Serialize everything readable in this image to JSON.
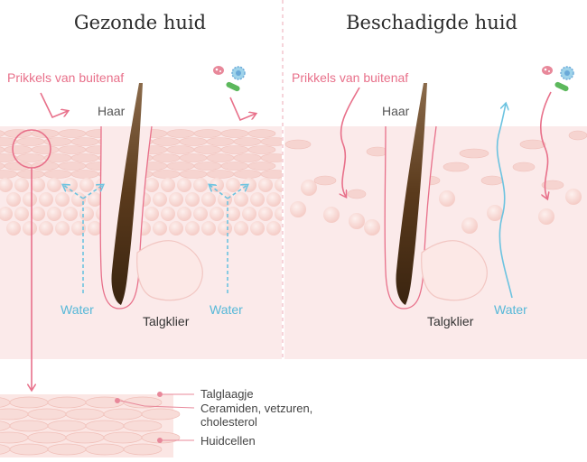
{
  "panels": {
    "healthy": {
      "title": "Gezonde huid",
      "stimuli_label": "Prikkels van buitenaf",
      "hair_label": "Haar",
      "water_left_label": "Water",
      "water_right_label": "Water",
      "gland_label": "Talgklier"
    },
    "damaged": {
      "title": "Beschadigde huid",
      "stimuli_label": "Prikkels van buitenaf",
      "hair_label": "Haar",
      "water_label": "Water",
      "gland_label": "Talgklier"
    }
  },
  "legend": {
    "items": [
      "Talglaagje",
      "Ceramiden, vetzuren,",
      "cholesterol",
      "Huidcellen"
    ]
  },
  "colors": {
    "pink_accent": "#e8708a",
    "water_blue": "#6cc3e0",
    "skin_base": "#fbe7e6",
    "cell_fill": "#f7d2ce",
    "hair_dark": "#4a2e14"
  }
}
